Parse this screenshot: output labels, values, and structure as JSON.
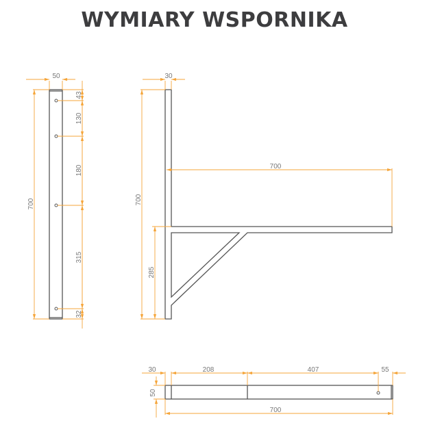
{
  "title": "WYMIARY WSPORNIKA",
  "colors": {
    "dimension": "#f5a53a",
    "outline": "#555555",
    "title": "#3d3d3f"
  },
  "front_view": {
    "width": "50",
    "height": "700",
    "hole_spacing": [
      "43",
      "130",
      "180",
      "315",
      "32"
    ]
  },
  "side_view": {
    "width": "30",
    "height": "700",
    "arm_length": "700",
    "arm_height": "285"
  },
  "top_view": {
    "segments": [
      "30",
      "208",
      "407",
      "55"
    ],
    "width": "50",
    "length": "700"
  }
}
